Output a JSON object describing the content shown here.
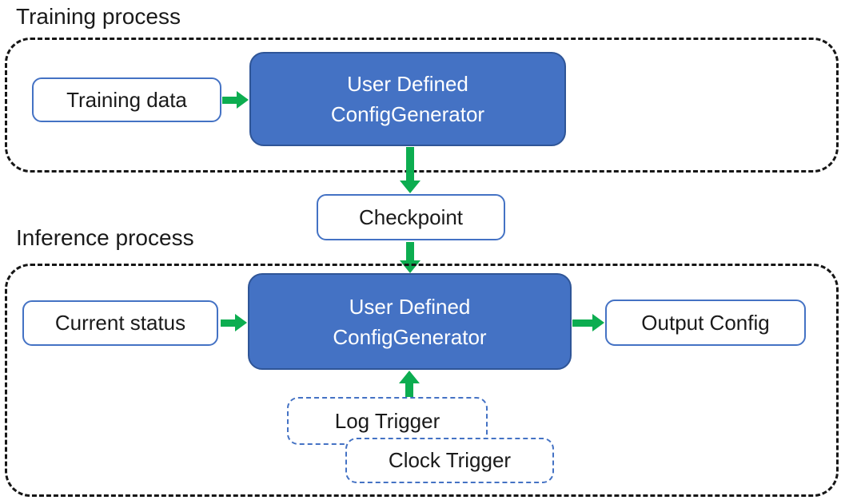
{
  "diagram": {
    "training": {
      "label": "Training process",
      "input_box": "Training data",
      "generator_line1": "User Defined",
      "generator_line2": "ConfigGenerator"
    },
    "checkpoint": {
      "label": "Checkpoint"
    },
    "inference": {
      "label": "Inference process",
      "input_box": "Current status",
      "generator_line1": "User Defined",
      "generator_line2": "ConfigGenerator",
      "output_box": "Output Config",
      "log_trigger": "Log Trigger",
      "clock_trigger": "Clock Trigger"
    },
    "colors": {
      "node_fill": "#4472C4",
      "node_border": "#2F5597",
      "white_box_border": "#4472C4",
      "trigger_dashed_border": "#4472C4",
      "arrow_green": "#0CAD50",
      "container_dashed_border": "#161616",
      "text_dark": "#1a1a1a",
      "text_on_node": "#ffffff"
    }
  }
}
